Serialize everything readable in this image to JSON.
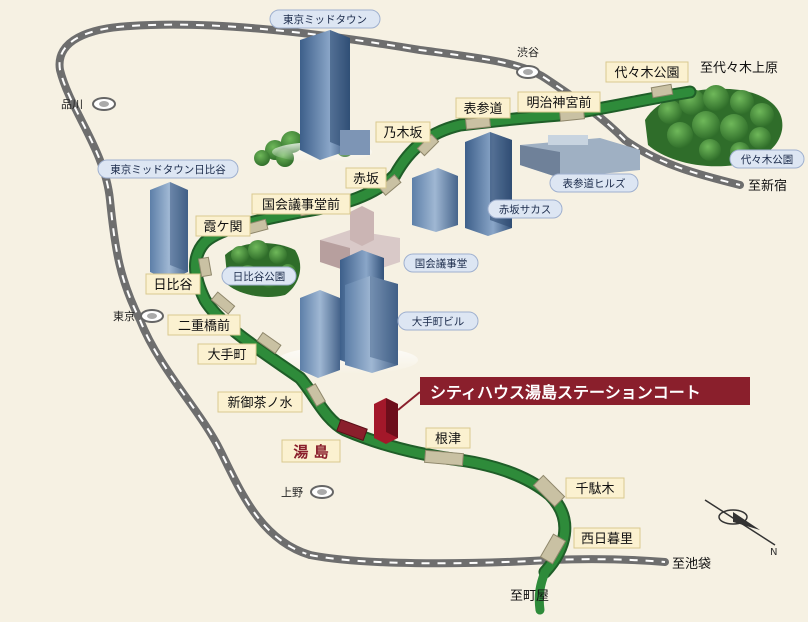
{
  "colors": {
    "background": "#f6f1e3",
    "chiyoda_line": "#2e8b3a",
    "jr_line": "#6e6e6e",
    "station_plate": "#c9c1a3",
    "highlight": "#8a1f2c",
    "park": "#3f8a3a",
    "label_bubble": "#dde6f3",
    "label_box": "#fbf1d0"
  },
  "places": {
    "shibuya": "渋谷",
    "shinagawa": "品川",
    "tokyo": "東京",
    "ueno": "上野"
  },
  "destinations": {
    "yoyogi_uehara": "至代々木上原",
    "shinjuku": "至新宿",
    "ikebukuro": "至池袋",
    "machiya": "至町屋"
  },
  "stations": {
    "yoyogi_koen": "代々木公園",
    "meiji_jingumae": "明治神宮前",
    "omotesando": "表参道",
    "nogizaka": "乃木坂",
    "akasaka": "赤坂",
    "kokkai_gijidomae": "国会議事堂前",
    "kasumigaseki": "霞ケ関",
    "hibiya": "日比谷",
    "nijubashimae": "二重橋前",
    "otemachi": "大手町",
    "shin_ochanomizu": "新御茶ノ水",
    "yushima": "湯 島",
    "nezu": "根津",
    "sendagi": "千駄木",
    "nishi_nippori": "西日暮里"
  },
  "landmarks": {
    "tokyo_midtown": "東京ミッドタウン",
    "tokyo_midtown_hibiya": "東京ミッドタウン日比谷",
    "yoyogi_park": "代々木公園",
    "omotesando_hills": "表参道ヒルズ",
    "akasaka_sacas": "赤坂サカス",
    "kokkai_gijido": "国会議事堂",
    "hibiya_park": "日比谷公園",
    "otemachi_building": "大手町ビル"
  },
  "property": {
    "name": "シティハウス湯島ステーションコート"
  }
}
